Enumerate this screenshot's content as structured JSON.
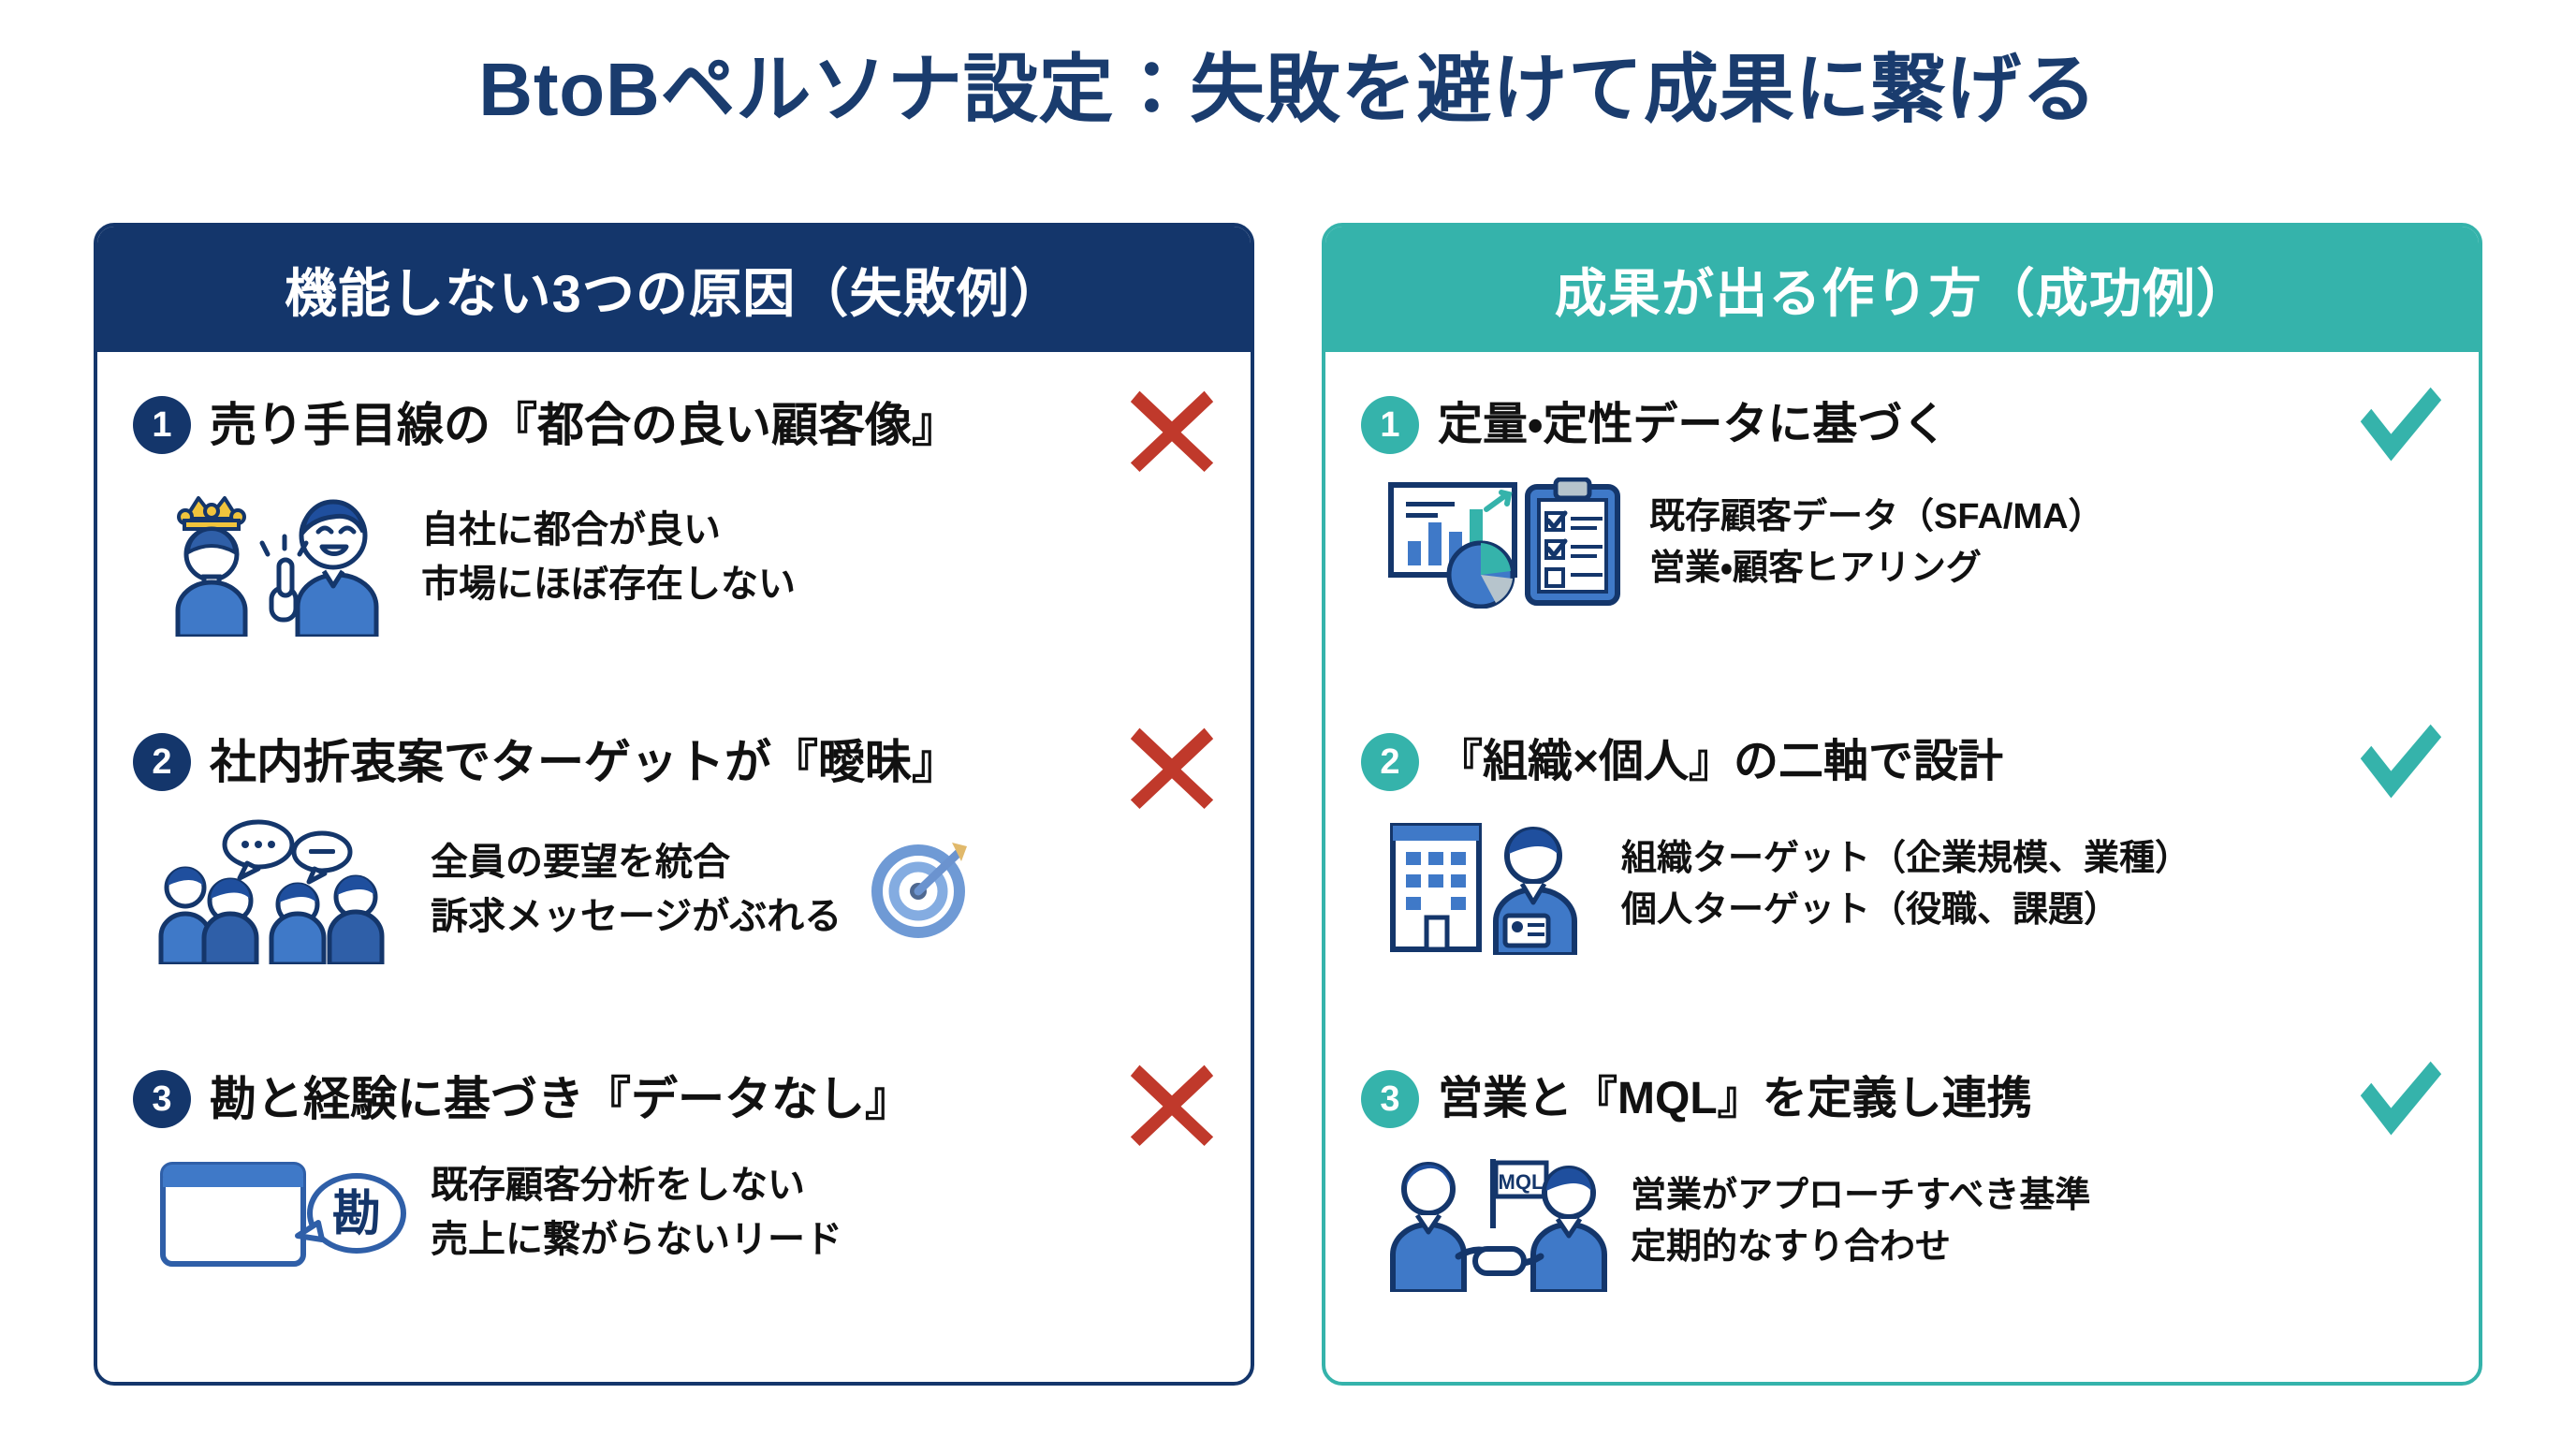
{
  "title": "BtoBペルソナ設定：失敗を避けて成果に繋げる",
  "colors": {
    "title_navy": "#1a3c6e",
    "fail_header_bg": "#14366b",
    "success_header_bg": "#35b3ab",
    "x_mark_red": "#c0392b",
    "check_teal": "#35b3ab",
    "illus_blue": "#3f79c8",
    "illus_dark_blue": "#14366b",
    "crown_gold": "#f0c43c"
  },
  "panels": {
    "failure": {
      "header": "機能しない3つの原因（失敗例）",
      "mark_icon": "x-mark-icon",
      "items": [
        {
          "number": "1",
          "title": "売り手目線の『都合の良い顧客像』",
          "illustration": "king-and-pointing-person-icon",
          "details": [
            "自社に都合が良い",
            "市場にほぼ存在しない"
          ]
        },
        {
          "number": "2",
          "title": "社内折衷案でターゲットが『曖昧』",
          "illustration": "group-discussion-icon",
          "extra_illustration": "target-blurred-icon",
          "details": [
            "全員の要望を統合",
            "訴求メッセージがぶれる"
          ]
        },
        {
          "number": "3",
          "title": "勘と経験に基づき『データなし』",
          "illustration": "empty-document-with-kan-bubble-icon",
          "bubble_label": "勘",
          "details": [
            "既存顧客分析をしない",
            "売上に繋がらないリード"
          ]
        }
      ]
    },
    "success": {
      "header": "成果が出る作り方（成功例）",
      "mark_icon": "check-mark-icon",
      "items": [
        {
          "number": "1",
          "title": "定量・定性データに基づく",
          "illustration": "chart-and-clipboard-icon",
          "details": [
            "既存顧客データ（SFA/MA）",
            "営業・顧客ヒアリング"
          ]
        },
        {
          "number": "2",
          "title": "『組織×個人』の二軸で設計",
          "illustration": "building-and-person-badge-icon",
          "details": [
            "組織ターゲット（企業規模、業種）",
            "個人ターゲット（役職、課題）"
          ]
        },
        {
          "number": "3",
          "title": "営業と『MQL』を定義し連携",
          "illustration": "handshake-with-mql-flag-icon",
          "flag_label": "MQL",
          "details": [
            "営業がアプローチすべき基準",
            "定期的なすり合わせ"
          ]
        }
      ]
    }
  }
}
